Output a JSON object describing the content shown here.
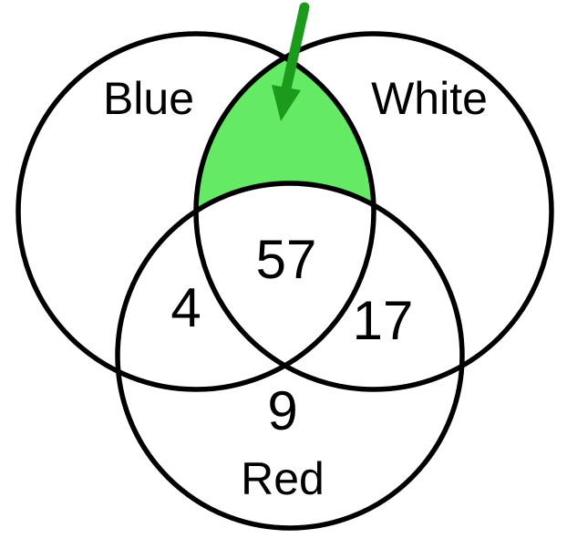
{
  "diagram": {
    "type": "venn-3-set",
    "labels": {
      "blue": "Blue",
      "white": "White",
      "red": "Red"
    },
    "values": {
      "blue_white_red": "57",
      "blue_red": "4",
      "white_red": "17",
      "red_only": "9"
    },
    "highlighted_region": "blue-white-intersection-excluding-red"
  },
  "colors": {
    "highlight_fill": "#65EA65",
    "arrow": "#1C9A1C",
    "outline": "#000000",
    "background": "#FFFFFF"
  }
}
